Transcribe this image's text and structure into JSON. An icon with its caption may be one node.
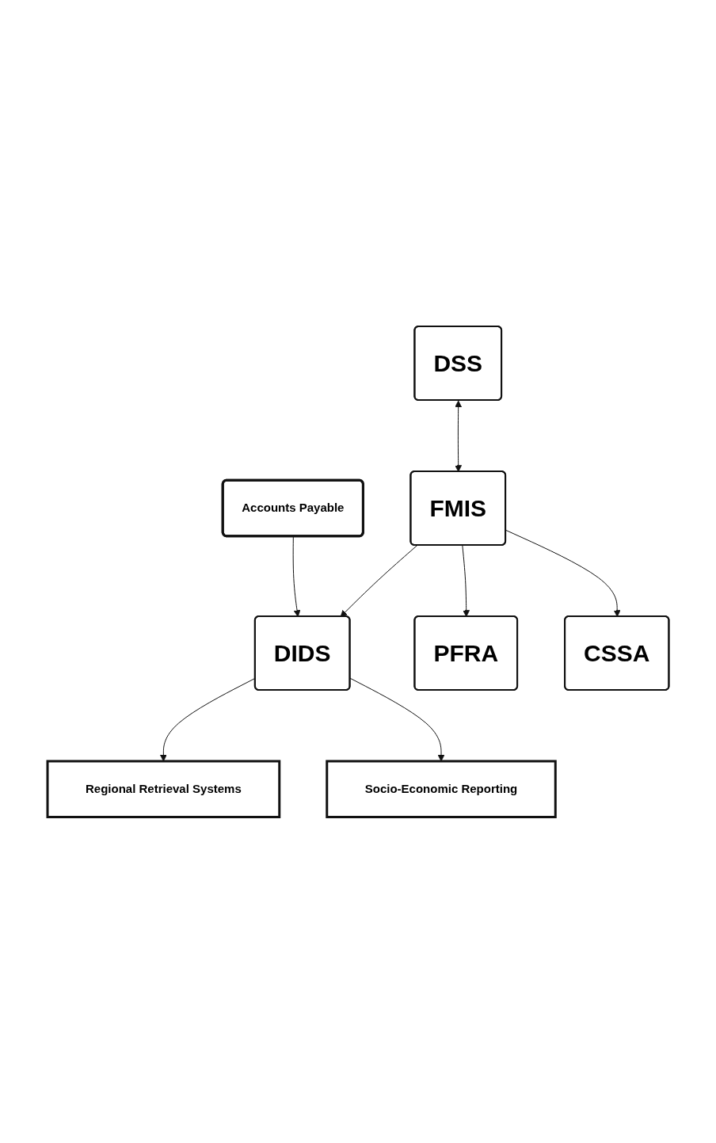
{
  "diagram": {
    "nodes": [
      {
        "text": [
          "Regional Retrieval Systems"
        ]
      },
      {
        "text": [
          "Socio-Economic Reporting"
        ]
      },
      {
        "text": [
          "DIDS"
        ]
      },
      {
        "text": [
          "Accounts Payable"
        ]
      },
      {
        "text": [
          "DSS"
        ]
      },
      {
        "text": [
          "FMIS"
        ]
      },
      {
        "text": [
          "PFRA"
        ]
      },
      {
        "text": [
          "CSSA"
        ]
      }
    ],
    "edges": [
      {
        "from": 2,
        "to": 0,
        "arrow": "to"
      },
      {
        "from": 2,
        "to": 1,
        "arrow": "to"
      },
      {
        "from": 3,
        "to": 2,
        "arrow": "to"
      },
      {
        "from": 5,
        "to": 2,
        "arrow": "to"
      },
      {
        "from": 4,
        "to": 5,
        "arrow": "both"
      },
      {
        "from": 5,
        "to": 6,
        "arrow": "to"
      },
      {
        "from": 5,
        "to": 7,
        "arrow": "to"
      }
    ]
  }
}
